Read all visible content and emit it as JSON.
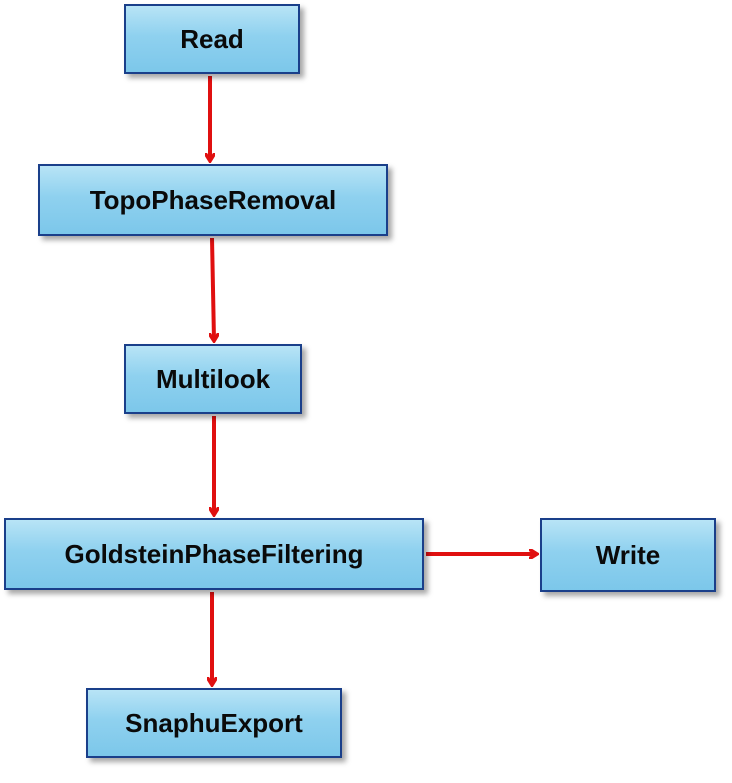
{
  "nodes": {
    "read": "Read",
    "topo_phase_removal": "TopoPhaseRemoval",
    "multilook": "Multilook",
    "goldstein_phase_filtering": "GoldsteinPhaseFiltering",
    "write": "Write",
    "snaphu_export": "SnaphuExport"
  },
  "colors": {
    "node_fill": "#8fd1ef",
    "node_border": "#1a3f8a",
    "edge": "#e01010"
  }
}
